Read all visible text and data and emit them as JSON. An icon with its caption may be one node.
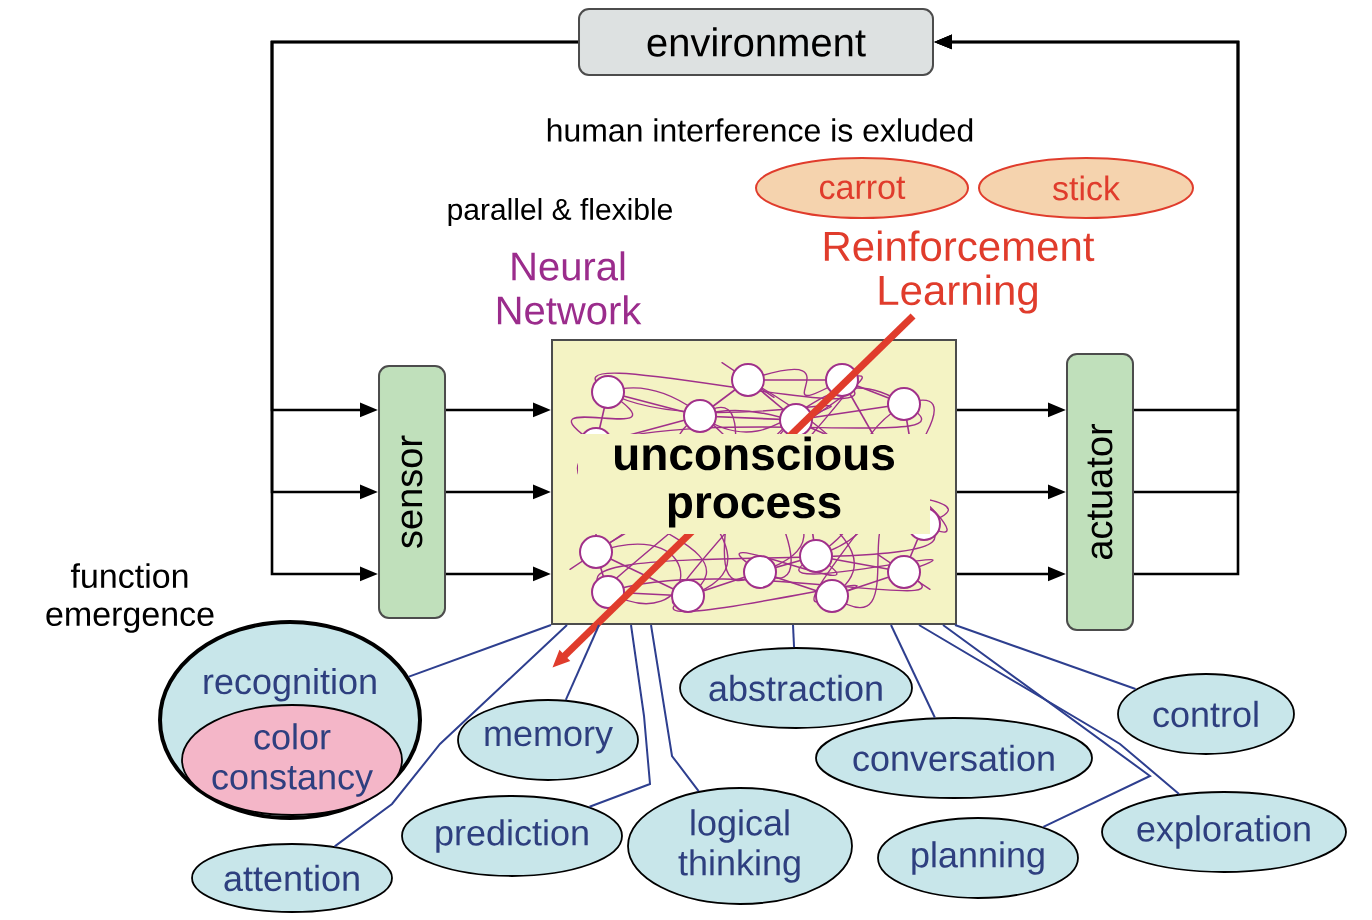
{
  "diagram": {
    "nodes": [
      {
        "text": [
          "environment"
        ]
      },
      {
        "text": [
          "carrot"
        ]
      },
      {
        "text": [
          "stick"
        ]
      },
      {
        "text": [
          "Reinforcement Learning"
        ]
      },
      {
        "text": [
          "sensor"
        ]
      },
      {
        "text": [
          "unconscious process"
        ]
      },
      {
        "text": [
          "actuator"
        ]
      },
      {
        "text": [
          "recognition"
        ]
      },
      {
        "text": [
          "color constancy"
        ],
        "in": 7
      },
      {
        "text": [
          "memory"
        ]
      },
      {
        "text": [
          "abstraction"
        ]
      },
      {
        "text": [
          "control"
        ]
      },
      {
        "text": [
          "conversation"
        ]
      },
      {
        "text": [
          "attention"
        ]
      },
      {
        "text": [
          "prediction"
        ]
      },
      {
        "text": [
          "logical thinking"
        ]
      },
      {
        "text": [
          "planning"
        ]
      },
      {
        "text": [
          "exploration"
        ]
      }
    ],
    "edges": [
      {
        "from": 0,
        "to": 4,
        "arrow": "to"
      },
      {
        "from": 0,
        "to": 4,
        "arrow": "to"
      },
      {
        "from": 0,
        "to": 4,
        "arrow": "to"
      },
      {
        "from": 4,
        "to": 5,
        "arrow": "to"
      },
      {
        "from": 4,
        "to": 5,
        "arrow": "to"
      },
      {
        "from": 4,
        "to": 5,
        "arrow": "to"
      },
      {
        "from": 5,
        "to": 6,
        "arrow": "to"
      },
      {
        "from": 5,
        "to": 6,
        "arrow": "to"
      },
      {
        "from": 5,
        "to": 6,
        "arrow": "to"
      },
      {
        "from": 6,
        "to": 0,
        "arrow": "to"
      },
      {
        "from": 6,
        "to": 0,
        "arrow": "to"
      },
      {
        "from": 6,
        "to": 0,
        "arrow": "to"
      },
      {
        "from": 3,
        "to": null,
        "arrow": "to",
        "style": "thick",
        "color": "#e03c2c"
      },
      {
        "from": 5,
        "to": 7,
        "arrow": "none",
        "color": "#2e3f8f"
      },
      {
        "from": 5,
        "to": 13,
        "arrow": "none",
        "color": "#2e3f8f"
      },
      {
        "from": 5,
        "to": 9,
        "arrow": "none",
        "color": "#2e3f8f"
      },
      {
        "from": 5,
        "to": 14,
        "arrow": "none",
        "color": "#2e3f8f"
      },
      {
        "from": 5,
        "to": 10,
        "arrow": "none",
        "color": "#2e3f8f"
      },
      {
        "from": 5,
        "to": 15,
        "arrow": "none",
        "color": "#2e3f8f"
      },
      {
        "from": 5,
        "to": 16,
        "arrow": "none",
        "color": "#2e3f8f"
      },
      {
        "from": 5,
        "to": 12,
        "arrow": "none",
        "color": "#2e3f8f"
      },
      {
        "from": 5,
        "to": 17,
        "arrow": "none",
        "color": "#2e3f8f"
      },
      {
        "from": 5,
        "to": 11,
        "arrow": "none",
        "color": "#2e3f8f"
      }
    ],
    "labels": [
      "human interference is exluded",
      "parallel & flexible",
      "Neural Network",
      "function emergence"
    ]
  }
}
